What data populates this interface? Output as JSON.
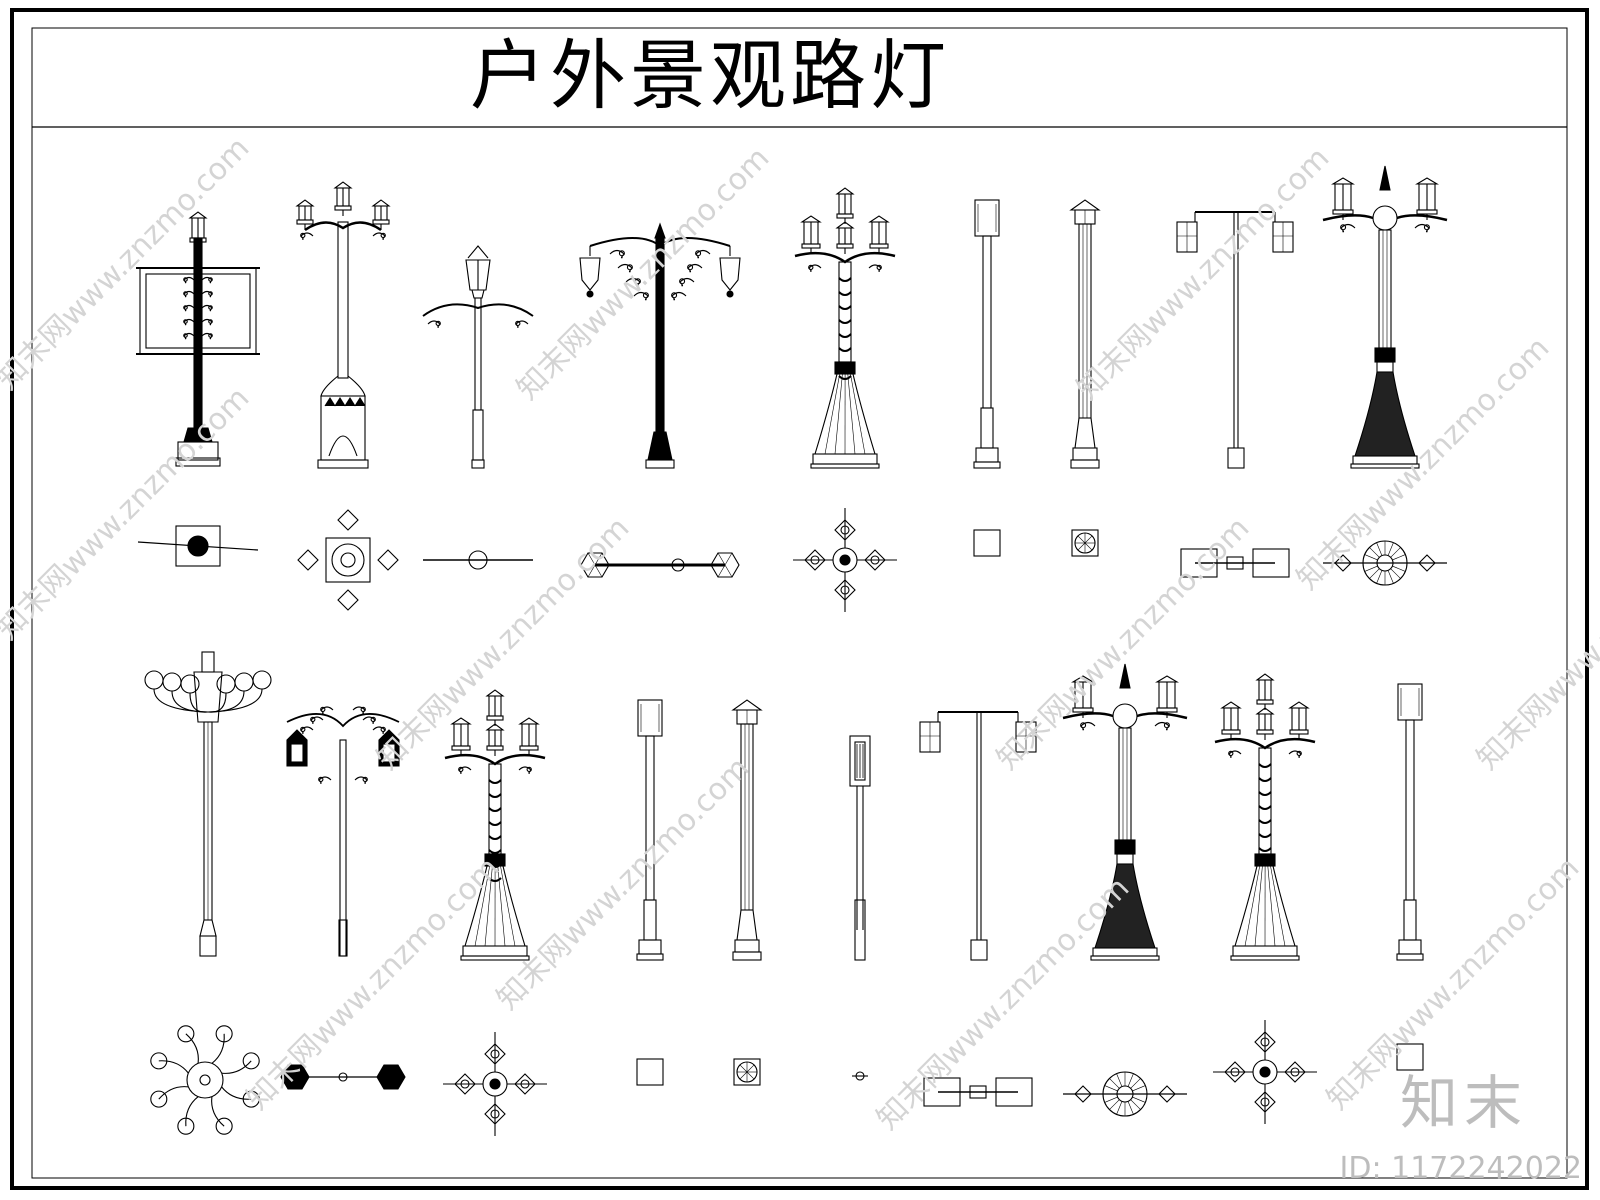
{
  "drawing": {
    "title": "户外景观路灯",
    "brand_watermark": "知末",
    "id_watermark": "ID: 1172242022",
    "diagonal_watermark": "知末网www.znzmo.com"
  },
  "rows": {
    "elevations_1": [
      {
        "name": "lamp-scroll-frame",
        "type": "scroll-frame"
      },
      {
        "name": "lamp-three-head-pedestal",
        "type": "triple-pedestal"
      },
      {
        "name": "lamp-single-head-scroll-arms",
        "type": "single-arm"
      },
      {
        "name": "lamp-ornate-two-head",
        "type": "ornate-double"
      },
      {
        "name": "lamp-four-head-twisted",
        "type": "four-head"
      },
      {
        "name": "lamp-square-box",
        "type": "box-post"
      },
      {
        "name": "lamp-lantern-post",
        "type": "lantern-post"
      },
      {
        "name": "lamp-t-bar-double",
        "type": "t-bar"
      },
      {
        "name": "lamp-spire-double",
        "type": "spire-double"
      }
    ],
    "plans_1": [
      {
        "name": "plan-scroll-frame",
        "type": "plan-bar-square"
      },
      {
        "name": "plan-three-head",
        "type": "plan-diamond-cross"
      },
      {
        "name": "plan-single-arm",
        "type": "plan-line-hex"
      },
      {
        "name": "plan-ornate-two-head",
        "type": "plan-cube-pair"
      },
      {
        "name": "plan-four-head",
        "type": "plan-star-cross"
      },
      {
        "name": "plan-square-box",
        "type": "plan-square"
      },
      {
        "name": "plan-lantern-post",
        "type": "plan-rosette-square"
      },
      {
        "name": "plan-t-bar",
        "type": "plan-t-bar"
      },
      {
        "name": "plan-spire-double",
        "type": "plan-wheel-line"
      }
    ],
    "elevations_2": [
      {
        "name": "lamp-globe-cluster",
        "type": "globe-cluster"
      },
      {
        "name": "lamp-scroll-lantern-double",
        "type": "scroll-lantern"
      },
      {
        "name": "lamp-four-head-twisted-2",
        "type": "four-head"
      },
      {
        "name": "lamp-square-box-2",
        "type": "box-post"
      },
      {
        "name": "lamp-lantern-post-2",
        "type": "lantern-post"
      },
      {
        "name": "lamp-slim-panel",
        "type": "slim-panel"
      },
      {
        "name": "lamp-t-bar-double-2",
        "type": "t-bar"
      },
      {
        "name": "lamp-spire-double-2",
        "type": "spire-double"
      },
      {
        "name": "lamp-four-head-twisted-3",
        "type": "four-head"
      },
      {
        "name": "lamp-square-box-3",
        "type": "box-post"
      }
    ],
    "plans_2": [
      {
        "name": "plan-globe-cluster",
        "type": "plan-radial"
      },
      {
        "name": "plan-scroll-lantern",
        "type": "plan-hex-pair"
      },
      {
        "name": "plan-four-head-2",
        "type": "plan-star-cross"
      },
      {
        "name": "plan-square-box-2",
        "type": "plan-square"
      },
      {
        "name": "plan-lantern-post-2",
        "type": "plan-rosette-square"
      },
      {
        "name": "plan-slim-panel",
        "type": "plan-small-dot"
      },
      {
        "name": "plan-t-bar-2",
        "type": "plan-t-bar"
      },
      {
        "name": "plan-spire-double-2",
        "type": "plan-wheel-line"
      },
      {
        "name": "plan-four-head-3",
        "type": "plan-star-cross"
      },
      {
        "name": "plan-square-box-3",
        "type": "plan-square"
      }
    ]
  }
}
